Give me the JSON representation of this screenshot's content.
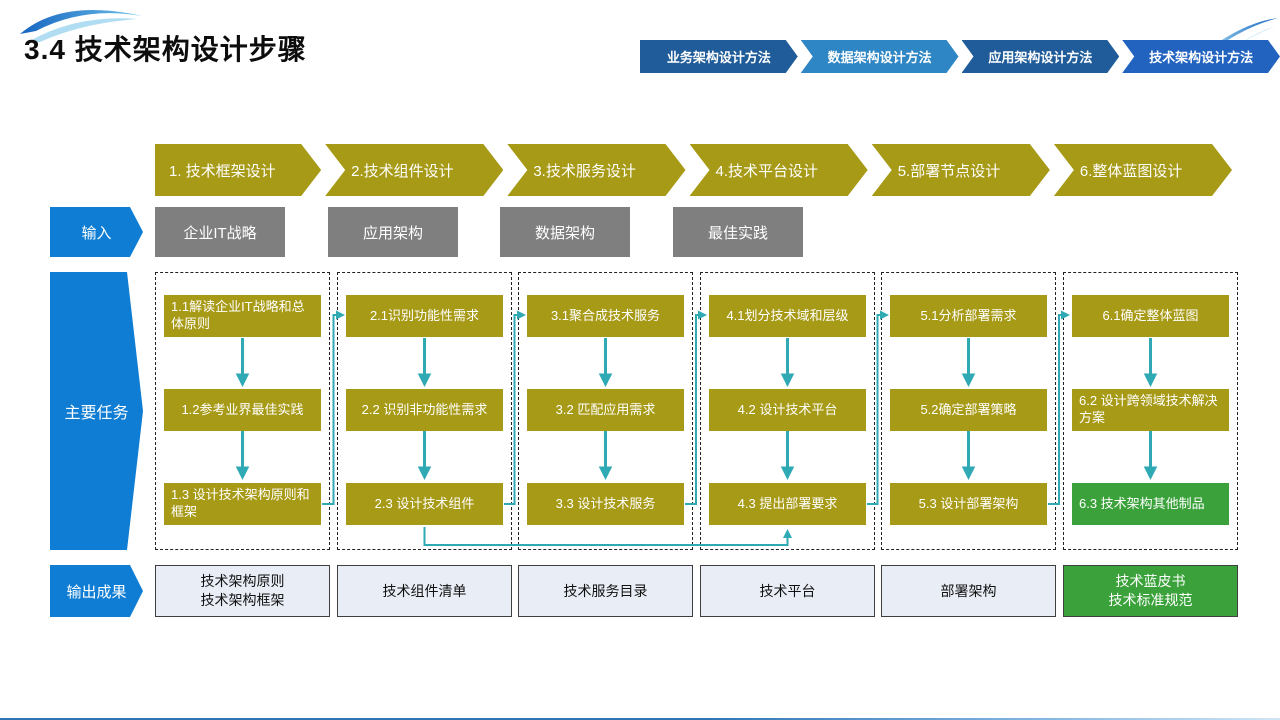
{
  "title": "3.4 技术架构设计步骤",
  "breadcrumb": {
    "items": [
      {
        "label": "业务架构设计方法",
        "color": "#1f5c99"
      },
      {
        "label": "数据架构设计方法",
        "color": "#2e86c4"
      },
      {
        "label": "应用架构设计方法",
        "color": "#1f5c99"
      },
      {
        "label": "技术架构设计方法",
        "color": "#2263c0"
      }
    ]
  },
  "steps": [
    {
      "label": "1. 技术框架设计"
    },
    {
      "label": "2.技术组件设计"
    },
    {
      "label": "3.技术服务设计"
    },
    {
      "label": "4.技术平台设计"
    },
    {
      "label": "5.部署节点设计"
    },
    {
      "label": "6.整体蓝图设计"
    }
  ],
  "row_labels": {
    "input": "输入",
    "tasks": "主要任务",
    "output": "输出成果"
  },
  "inputs": [
    {
      "label": "企业IT战略"
    },
    {
      "label": "应用架构"
    },
    {
      "label": "数据架构"
    },
    {
      "label": "最佳实践"
    }
  ],
  "columns": [
    {
      "tasks": [
        {
          "label": "1.1解读企业IT战略和总体原则"
        },
        {
          "label": "1.2参考业界最佳实践"
        },
        {
          "label": "1.3 设计技术架构原则和框架"
        }
      ],
      "output": "技术架构原则\n技术架构框架"
    },
    {
      "tasks": [
        {
          "label": "2.1识别功能性需求"
        },
        {
          "label": "2.2 识别非功能性需求"
        },
        {
          "label": "2.3 设计技术组件"
        }
      ],
      "output": "技术组件清单"
    },
    {
      "tasks": [
        {
          "label": "3.1聚合成技术服务"
        },
        {
          "label": "3.2 匹配应用需求"
        },
        {
          "label": "3.3 设计技术服务"
        }
      ],
      "output": "技术服务目录"
    },
    {
      "tasks": [
        {
          "label": "4.1划分技术域和层级"
        },
        {
          "label": "4.2 设计技术平台"
        },
        {
          "label": "4.3 提出部署要求"
        }
      ],
      "output": "技术平台"
    },
    {
      "tasks": [
        {
          "label": "5.1分析部署需求"
        },
        {
          "label": "5.2确定部署策略"
        },
        {
          "label": "5.3 设计部署架构"
        }
      ],
      "output": "部署架构"
    },
    {
      "tasks": [
        {
          "label": "6.1确定整体蓝图"
        },
        {
          "label": "6.2 设计跨领域技术解决方案"
        },
        {
          "label": "6.3 技术架构其他制品"
        }
      ],
      "output": "技术蓝皮书\n技术标准规范"
    }
  ],
  "colors": {
    "gold": "#a79a16",
    "green": "#3ba23b",
    "blue_label": "#0e7dd3",
    "gray_input": "#7f7f7f",
    "teal_connector": "#2faab5",
    "output_bg": "#e9edf6"
  }
}
